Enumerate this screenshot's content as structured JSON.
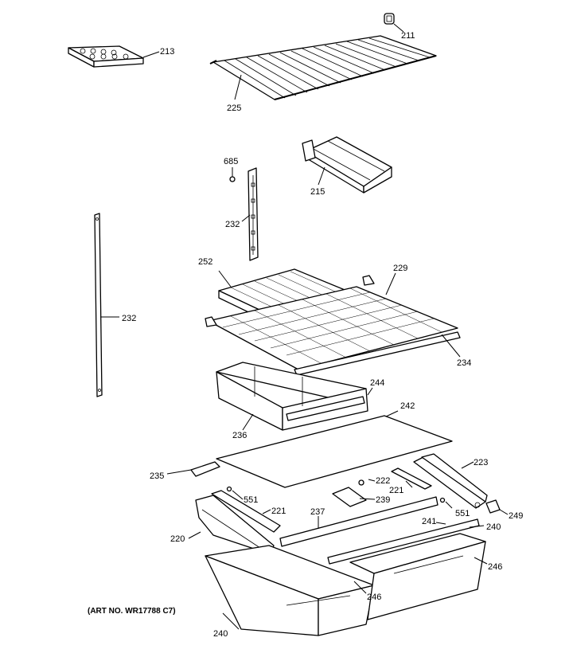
{
  "callouts": {
    "c211": "211",
    "c213": "213",
    "c225": "225",
    "c215": "215",
    "c685": "685",
    "c232a": "232",
    "c232b": "232",
    "c252": "252",
    "c229": "229",
    "c234": "234",
    "c244": "244",
    "c242": "242",
    "c236": "236",
    "c235": "235",
    "c223": "223",
    "c222": "222",
    "c221a": "221",
    "c551a": "551",
    "c239": "239",
    "c551b": "551",
    "c249": "249",
    "c221b": "221",
    "c237": "237",
    "c241": "241",
    "c240a": "240",
    "c220": "220",
    "c246a": "246",
    "c246b": "246",
    "c240b": "240"
  },
  "art_number": "(ART NO. WR17788 C7)"
}
